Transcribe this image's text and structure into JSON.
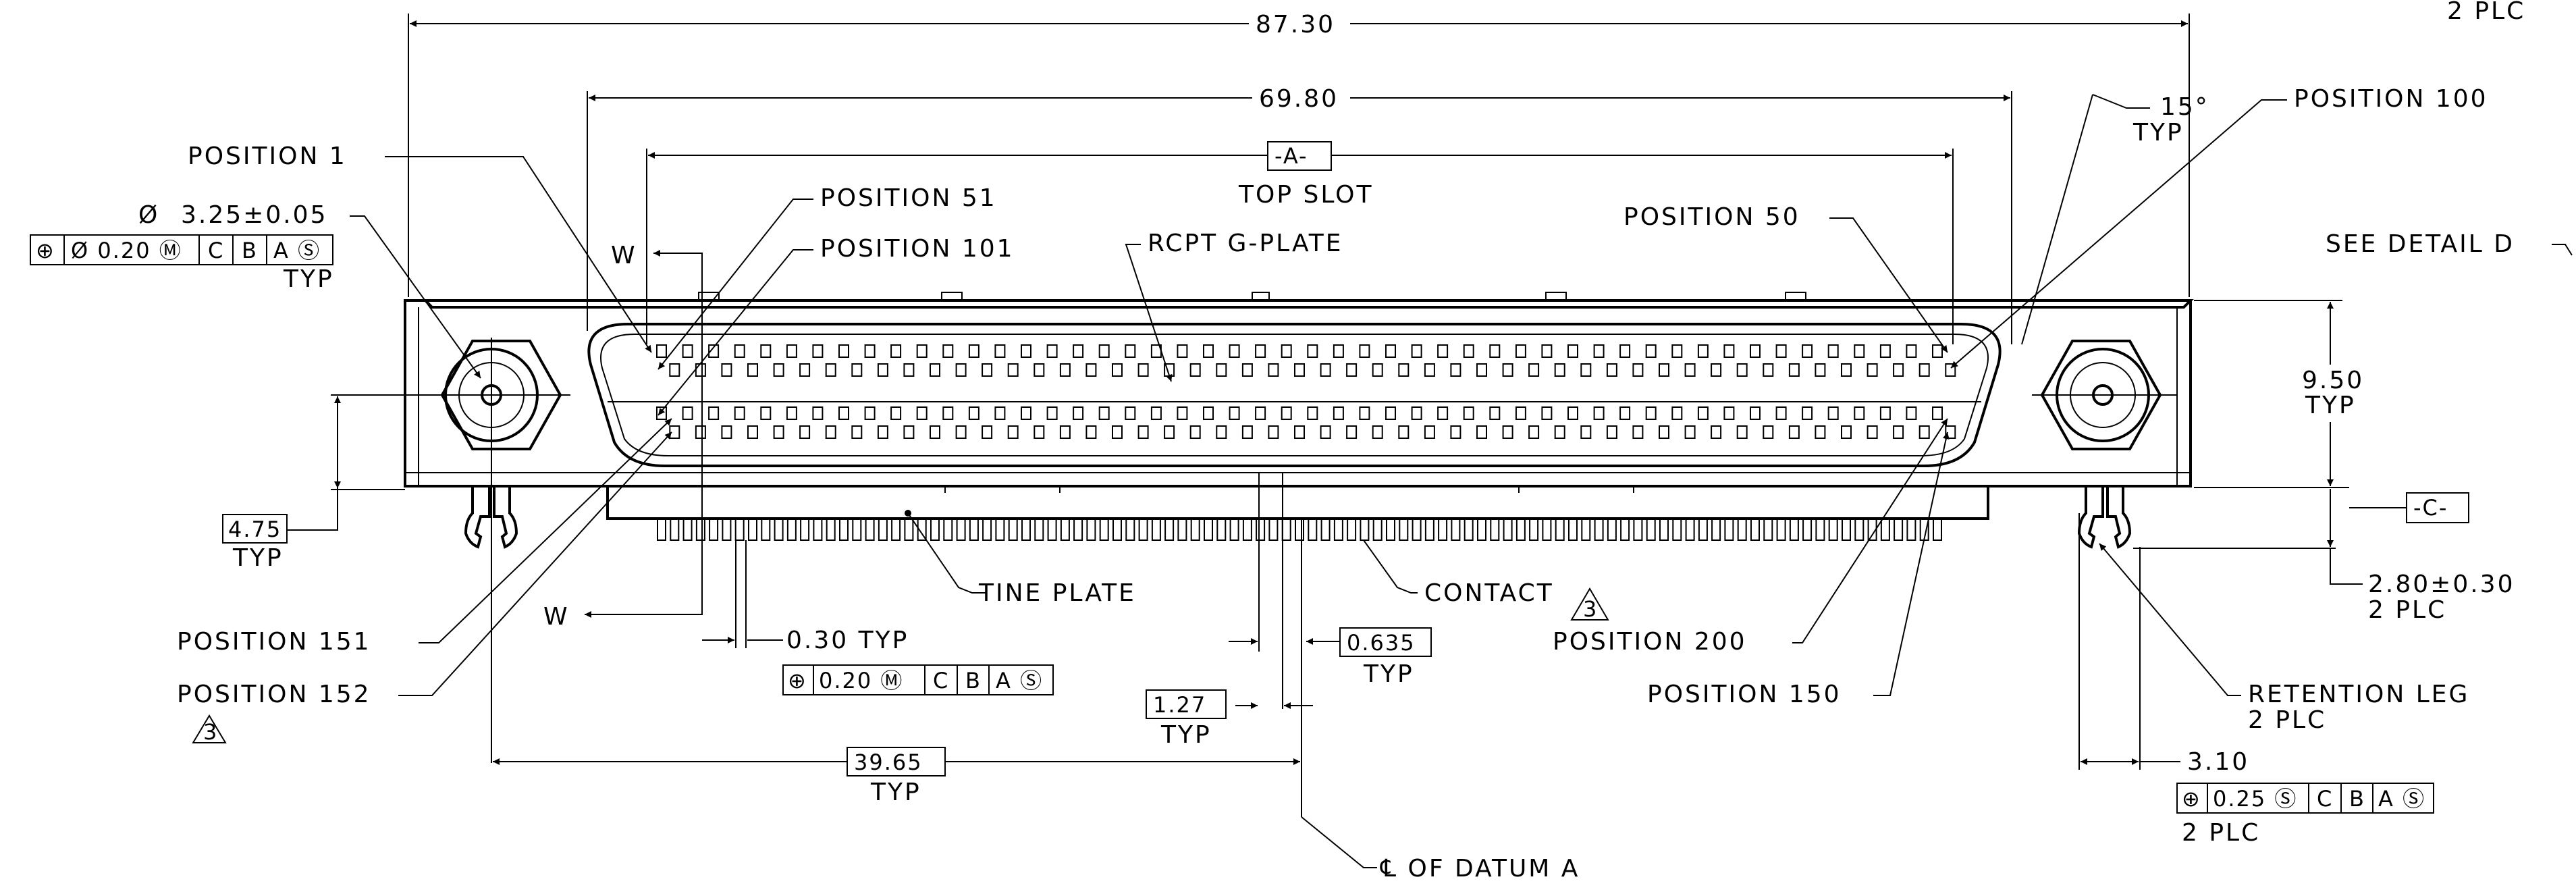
{
  "dimensions": {
    "overall_width": "87.30",
    "body_width": "69.80",
    "datum_a": "-A-",
    "top_slot": "TOP SLOT",
    "angle": "15°",
    "angle_typ": "TYP",
    "height": "9.50",
    "height_typ": "TYP",
    "datum_c": "-C-",
    "leg_offset": "4.75",
    "leg_offset_typ": "TYP",
    "leg_height": "2.80±0.30",
    "leg_height_plc": "2 PLC",
    "tine_width": "0.30 TYP",
    "row_pitch": "0.635",
    "row_pitch_typ": "TYP",
    "pitch": "1.27",
    "pitch_typ": "TYP",
    "half_width": "39.65",
    "half_width_typ": "TYP",
    "leg_width": "3.10",
    "leg_plc": "2 PLC",
    "hole_dia": "3.25±0.05",
    "hole_dia_prefix": "Ø",
    "hole_typ": "TYP",
    "top_right_plc": "2 PLC"
  },
  "labels": {
    "position_1": "POSITION 1",
    "position_51": "POSITION 51",
    "position_101": "POSITION 101",
    "position_50": "POSITION 50",
    "position_100": "POSITION 100",
    "position_151": "POSITION 151",
    "position_152": "POSITION 152",
    "position_200": "POSITION 200",
    "position_150": "POSITION 150",
    "rcpt_g_plate": "RCPT G-PLATE",
    "see_detail": "SEE DETAIL D",
    "tine_plate": "TINE PLATE",
    "contact": "CONTACT",
    "retention_leg": "RETENTION LEG",
    "retention_leg_plc": "2 PLC",
    "datum_a_centerline": "℄ OF DATUM A",
    "section_w": "W",
    "flag_note": "3"
  },
  "fcf": {
    "hole": [
      "⊕",
      "Ø 0.20 Ⓜ",
      "C",
      "B",
      "A Ⓢ"
    ],
    "tine": [
      "⊕",
      "0.20 Ⓜ",
      "C",
      "B",
      "A Ⓢ"
    ],
    "leg": [
      "⊕",
      "0.25 Ⓢ",
      "C",
      "B",
      "A Ⓢ"
    ]
  },
  "connector": {
    "contacts_per_row": 50,
    "rows": 4
  }
}
